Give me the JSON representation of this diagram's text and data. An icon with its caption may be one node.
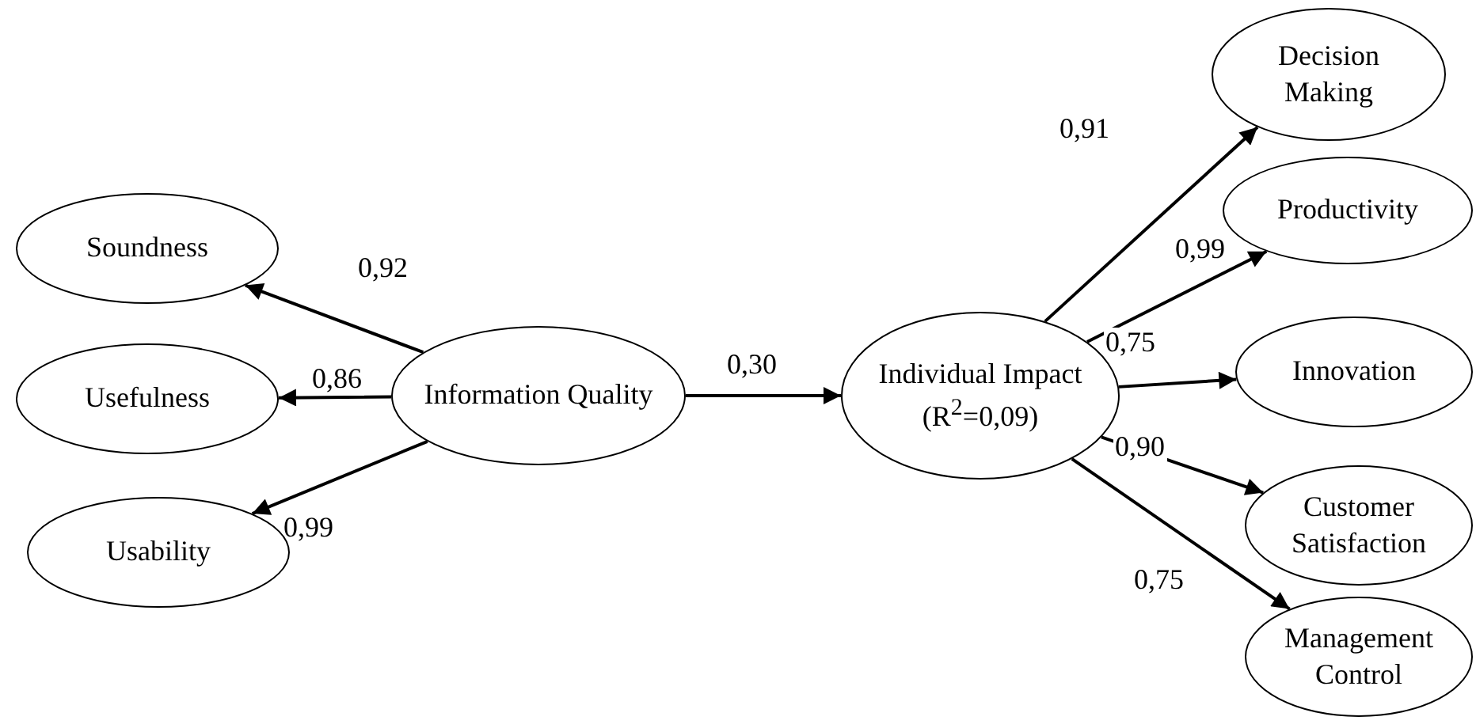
{
  "diagram": {
    "nodes": [
      {
        "text": [
          "Soundness"
        ]
      },
      {
        "text": [
          "Usefulness"
        ]
      },
      {
        "text": [
          "Usability"
        ]
      },
      {
        "text": [
          "Information Quality"
        ]
      },
      {
        "text": [
          "Individual Impact",
          "(R$^{2}$=0,09)"
        ]
      },
      {
        "text": [
          "Decision Making"
        ]
      },
      {
        "text": [
          "Productivity"
        ]
      },
      {
        "text": [
          "Innovation"
        ]
      },
      {
        "text": [
          "Customer Satisfaction"
        ]
      },
      {
        "text": [
          "Management Control"
        ]
      }
    ],
    "edges": [
      {
        "from": 3,
        "to": 0,
        "arrow": "to",
        "label": "0,92"
      },
      {
        "from": 3,
        "to": 1,
        "arrow": "to",
        "label": "0,86"
      },
      {
        "from": 3,
        "to": 2,
        "arrow": "to",
        "label": "0,99"
      },
      {
        "from": 3,
        "to": 4,
        "arrow": "to",
        "label": "0,30"
      },
      {
        "from": 4,
        "to": 5,
        "arrow": "to",
        "label": "0,91"
      },
      {
        "from": 4,
        "to": 6,
        "arrow": "to",
        "label": "0,99"
      },
      {
        "from": 4,
        "to": 7,
        "arrow": "to",
        "label": "0,75"
      },
      {
        "from": 4,
        "to": 8,
        "arrow": "to",
        "label": "0,90"
      },
      {
        "from": 4,
        "to": 9,
        "arrow": "to",
        "label": "0,75"
      }
    ]
  }
}
